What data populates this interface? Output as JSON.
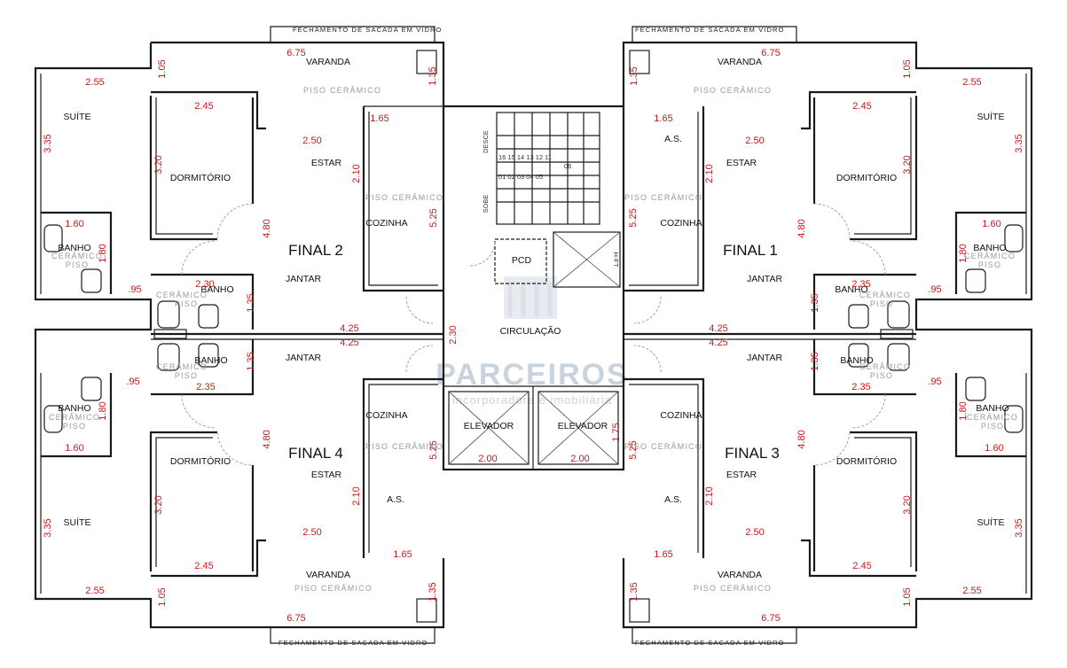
{
  "units": {
    "final2": {
      "name": "FINAL 2",
      "rooms": {
        "varanda": "VARANDA",
        "estar": "ESTAR",
        "jantar": "JANTAR",
        "cozinha": "COZINHA",
        "dormitorio": "DORMITÓRIO",
        "suite": "SUÍTE",
        "banho_suite": "BANHO",
        "banho_social": "BANHO"
      },
      "floor_labels": {
        "varanda": "PISO CERÂMICO",
        "cozinha": "PISO CERÂMICO",
        "banho_a": "CERÂMICO",
        "banho_b": "PISO",
        "banho_c": "CERÂMICO",
        "banho_d": "PISO"
      },
      "dims": {
        "varanda_w": "6.75",
        "varanda_h": "1.05",
        "shaft": "1.35",
        "suite_w": "2.55",
        "suite_h": "3.35",
        "dorm_w": "2.45",
        "dorm_h": "3.20",
        "estar_w": "2.50",
        "estar_h": "2.10",
        "cozinha_w": "1.65",
        "cozinha_h": "5.25",
        "living_h": "4.80",
        "banho_w": "1.60",
        "banho_h": "1.80",
        "banho2_w": "2.30",
        "banho2_h": "1.35",
        "gap": ".95",
        "jantar_w": "4.25"
      }
    },
    "final1": {
      "name": "FINAL 1",
      "rooms": {
        "varanda": "VARANDA",
        "estar": "ESTAR",
        "jantar": "JANTAR",
        "cozinha": "COZINHA",
        "as": "A.S.",
        "dormitorio": "DORMITÓRIO",
        "suite": "SUÍTE",
        "banho_suite": "BANHO",
        "banho_social": "BANHO"
      },
      "floor_labels": {
        "varanda": "PISO CERÂMICO",
        "cozinha": "PISO CERÂMICO",
        "banho_a": "CERÂMICO",
        "banho_b": "PISO",
        "banho_c": "CERÂMICO",
        "banho_d": "PISO"
      },
      "dims": {
        "varanda_w": "6.75",
        "varanda_h": "1.05",
        "shaft": "1.35",
        "suite_w": "2.55",
        "suite_h": "3.35",
        "dorm_w": "2.45",
        "dorm_h": "3.20",
        "estar_w": "2.50",
        "estar_h": "2.10",
        "cozinha_w": "1.65",
        "cozinha_h": "5.25",
        "living_h": "4.80",
        "banho_w": "1.60",
        "banho_h": "1.80",
        "banho2_w": "2.35",
        "banho2_h": "1.35",
        "gap": ".95",
        "jantar_w": "4.25"
      }
    },
    "final4": {
      "name": "FINAL 4",
      "rooms": {
        "varanda": "VARANDA",
        "estar": "ESTAR",
        "jantar": "JANTAR",
        "cozinha": "COZINHA",
        "as": "A.S.",
        "dormitorio": "DORMITÓRIO",
        "suite": "SUÍTE",
        "banho_suite": "BANHO",
        "banho_social": "BANHO"
      },
      "floor_labels": {
        "varanda": "PISO CERÂMICO",
        "cozinha": "PISO CERÂMICO",
        "banho_a": "CERÂMICO",
        "banho_b": "PISO",
        "banho_c": "CERÂMICO",
        "banho_d": "PISO"
      },
      "dims": {
        "varanda_w": "6.75",
        "varanda_h": "1.05",
        "shaft": "1.35",
        "suite_w": "2.55",
        "suite_h": "3.35",
        "dorm_w": "2.45",
        "dorm_h": "3.20",
        "estar_w": "2.50",
        "estar_h": "2.10",
        "cozinha_w": "1.65",
        "cozinha_h": "5.25",
        "living_h": "4.80",
        "banho_w": "1.60",
        "banho_h": "1.80",
        "banho2_w": "2.35",
        "banho2_h": "1.35",
        "gap": ".95",
        "jantar_w": "4.25"
      }
    },
    "final3": {
      "name": "FINAL 3",
      "rooms": {
        "varanda": "VARANDA",
        "estar": "ESTAR",
        "jantar": "JANTAR",
        "cozinha": "COZINHA",
        "as": "A.S.",
        "dormitorio": "DORMITÓRIO",
        "suite": "SUÍTE",
        "banho_suite": "BANHO",
        "banho_social": "BANHO"
      },
      "floor_labels": {
        "varanda": "PISO CERÂMICO",
        "cozinha": "PISO CERÂMICO",
        "banho_a": "CERÂMICO",
        "banho_b": "PISO",
        "banho_c": "CERÂMICO",
        "banho_d": "PISO"
      },
      "dims": {
        "varanda_w": "6.75",
        "varanda_h": "1.05",
        "shaft": "1.35",
        "suite_w": "2.55",
        "suite_h": "3.35",
        "dorm_w": "2.45",
        "dorm_h": "3.20",
        "estar_w": "2.50",
        "estar_h": "2.10",
        "cozinha_w": "1.65",
        "cozinha_h": "5.25",
        "living_h": "4.80",
        "banho_w": "1.60",
        "banho_h": "1.80",
        "banho2_w": "2.35",
        "banho2_h": "1.35",
        "gap": ".95",
        "jantar_w": "4.25"
      }
    }
  },
  "core": {
    "pcd": "PCD",
    "shaft": "H-FT",
    "circulacao": "CIRCULAÇÃO",
    "elevator1": "ELEVADOR",
    "elevator2": "ELEVADOR",
    "elevator_w1": "2.00",
    "elevator_w2": "2.00",
    "elevator_h": "1.75",
    "circ_w": "2.30",
    "stair_up": "SOBE",
    "stair_down": "DESCE",
    "stair_steps_a": "16 15 14 13 12 11",
    "stair_steps_b": "06",
    "stair_steps_c": "01 02 03 04 05"
  },
  "notes": {
    "sacada_tl": "FECHAMENTO DE SACADA EM VIDRO",
    "sacada_tr": "FECHAMENTO DE SACADA EM VIDRO",
    "sacada_bl": "FECHAMENTO DE SACADA EM VIDRO",
    "sacada_br": "FECHAMENTO DE SACADA EM VIDRO"
  },
  "watermark": {
    "brand": "PARCEIROS",
    "tagline": "incorporadora e imobiliária"
  },
  "colors": {
    "wall": "#1a1a1a",
    "dimension": "#c41a1a",
    "floor_label": "#9a9a9a",
    "watermark": "#c9d3de"
  }
}
